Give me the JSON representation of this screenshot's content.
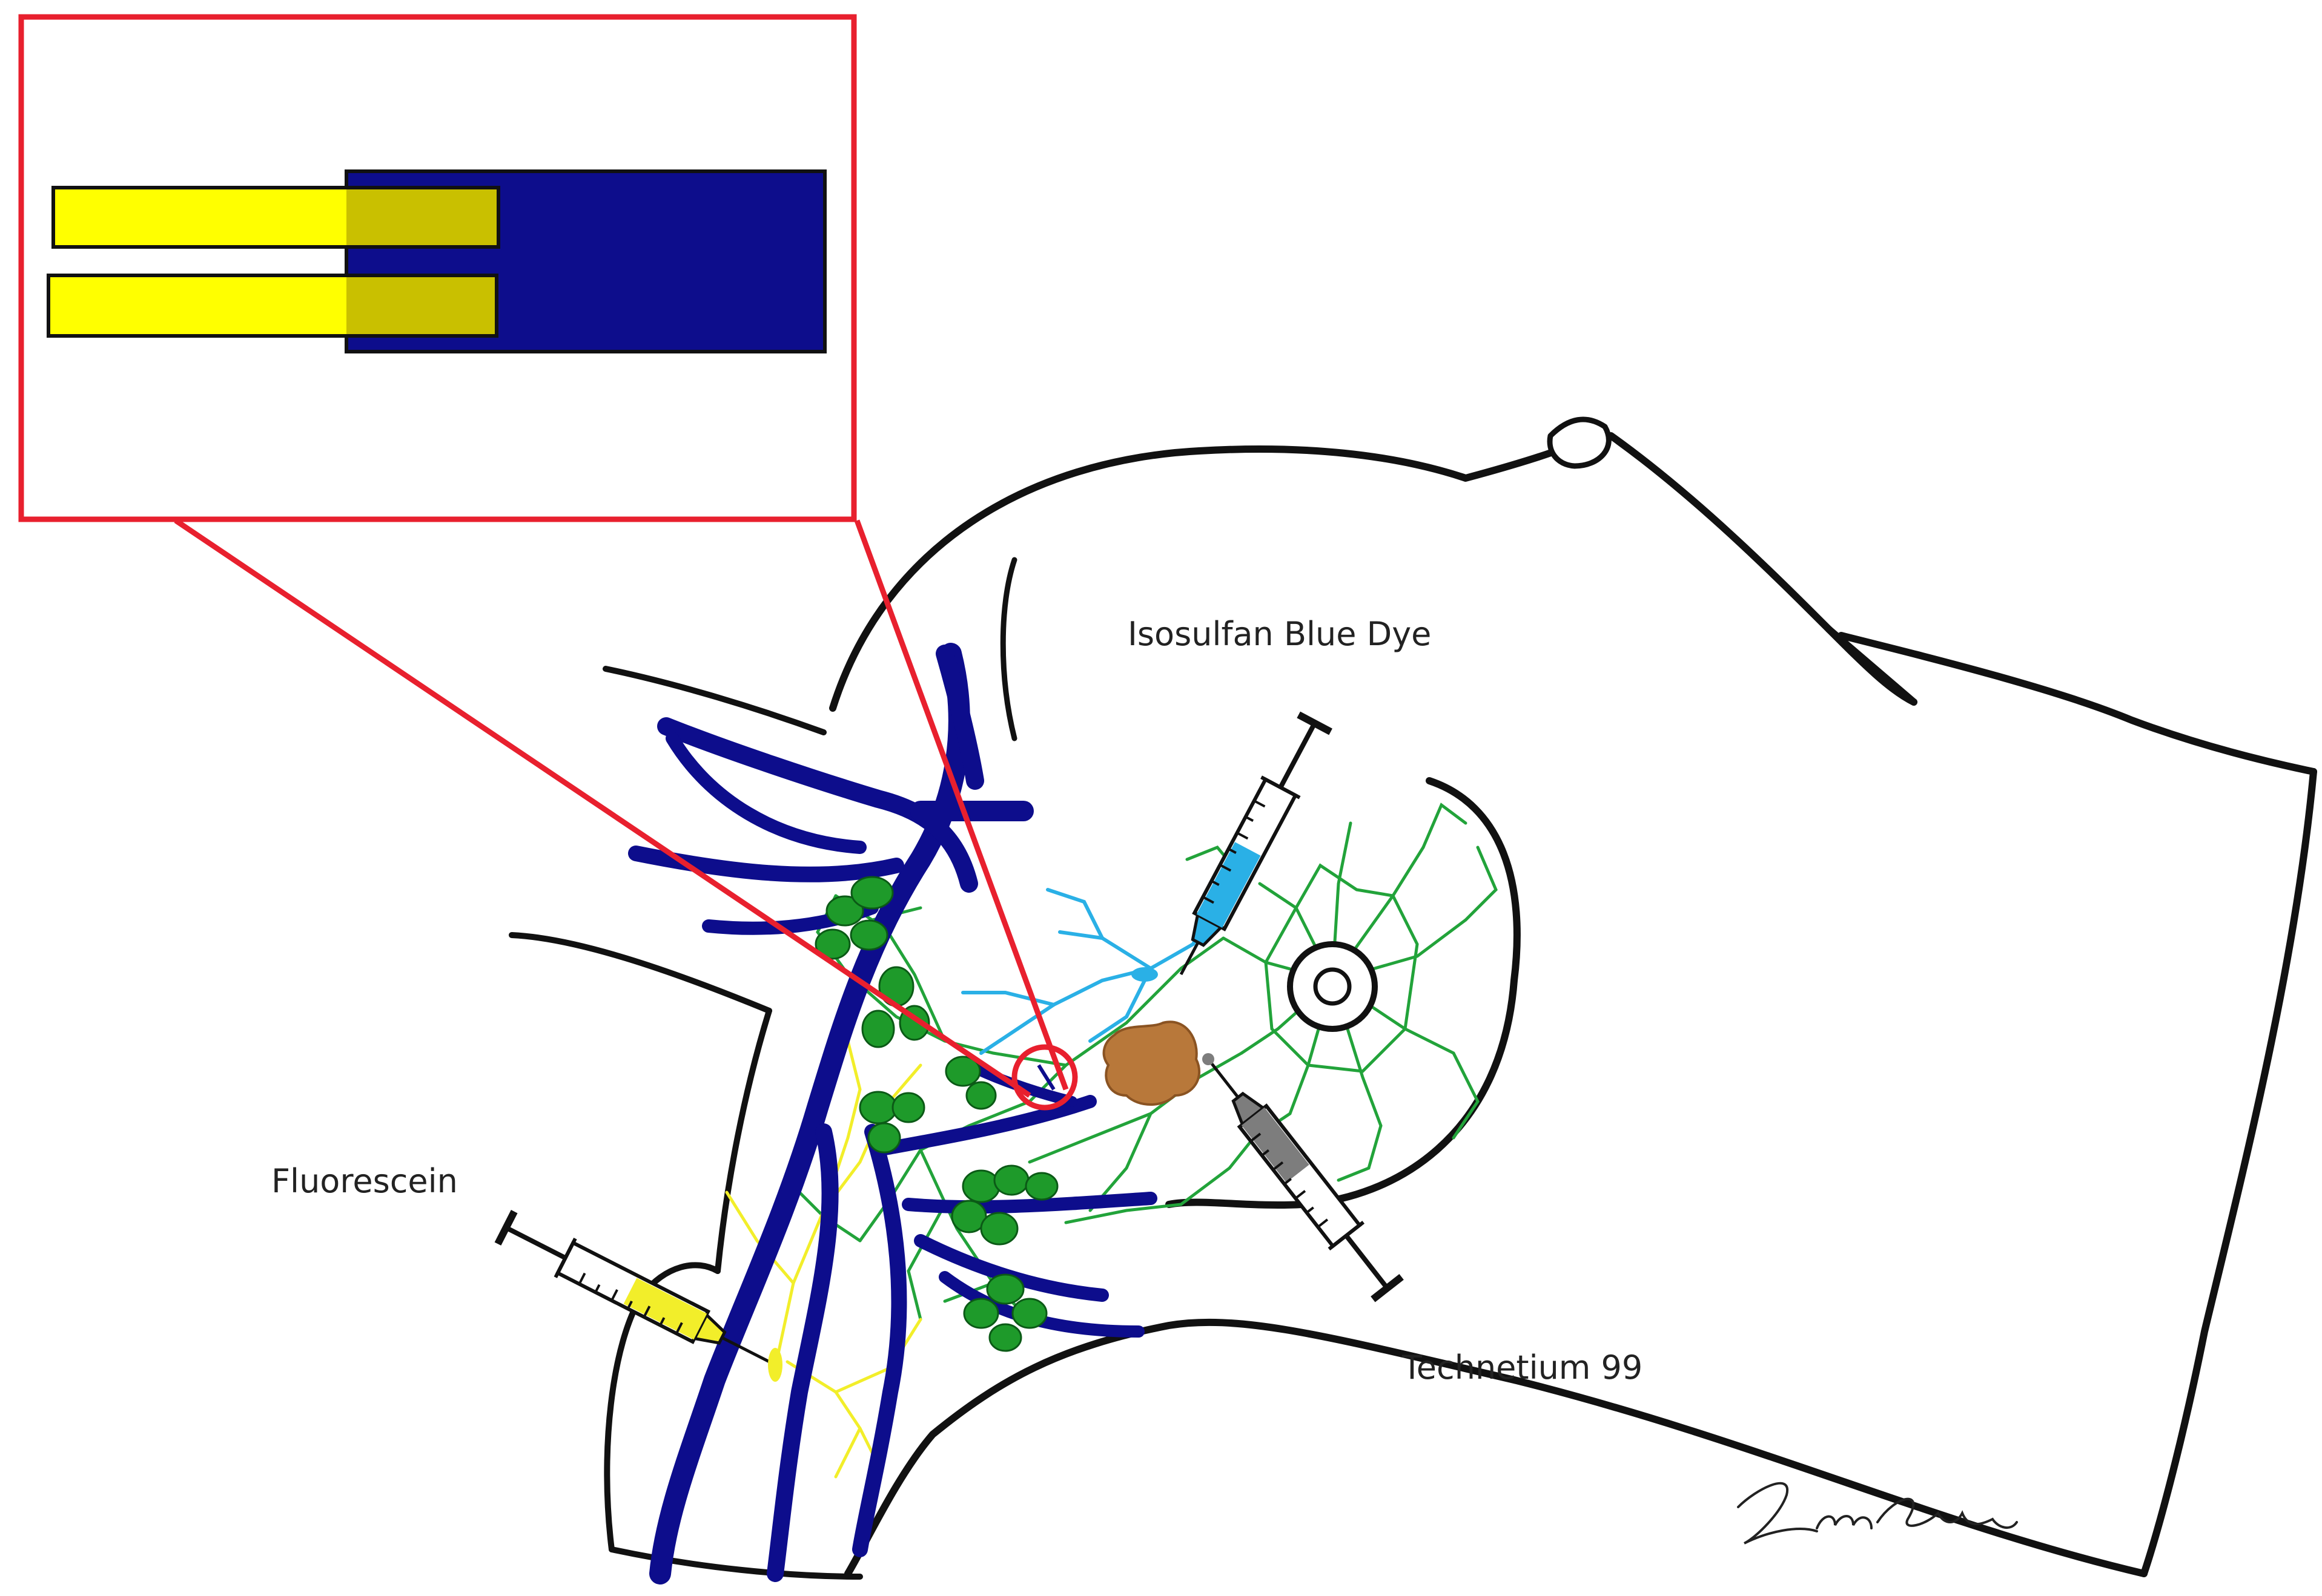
{
  "labels": {
    "isosulfan": "Isosulfan Blue Dye",
    "fluorescein": "Fluorescein",
    "technetium": "Technetium 99"
  },
  "colors": {
    "vessel": "#0d0d8c",
    "lymphatic_green": "#22a33a",
    "node_green": "#1e9a2a",
    "blue_dye": "#2ab0e6",
    "fluorescein": "#f2ee2a",
    "technetium": "#7d7d7d",
    "tumor": "#b8783a",
    "callout": "#e8202e",
    "outline": "#111111"
  },
  "inset": {
    "description_icons": [
      "blue-probe-body",
      "yellow-probe-prong-upper",
      "yellow-probe-prong-lower"
    ]
  }
}
